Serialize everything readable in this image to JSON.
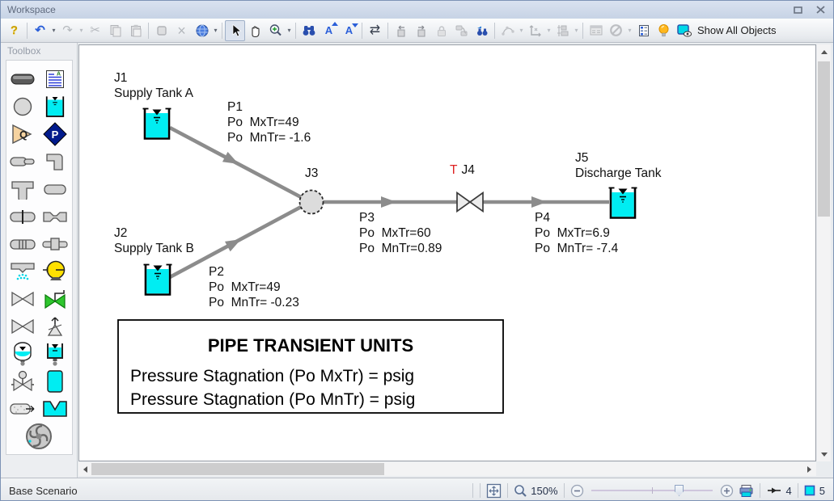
{
  "window": {
    "title": "Workspace"
  },
  "icons": {
    "help": "?",
    "undo": "↶",
    "redo": "↷",
    "cut": "✂",
    "delete": "×",
    "reverse": "⇄",
    "caret": "▾",
    "font": "A",
    "minus": "−",
    "plus": "+"
  },
  "toolbar": {
    "show_all_objects_label": "Show All Objects",
    "buttons": [
      "help",
      "undo",
      "redo",
      "cut",
      "copy",
      "paste",
      "duplicate",
      "delete",
      "globe-grouping",
      "select",
      "pan",
      "zoom",
      "find",
      "increase-font",
      "decrease-font",
      "reverse-pipe-direction",
      "rotate-left",
      "rotate-right",
      "lock-object",
      "join-objects",
      "find-object",
      "polyline",
      "scale-position",
      "align",
      "properties",
      "disable",
      "junction-list",
      "highlight",
      "show-all-objects"
    ]
  },
  "toolbox": {
    "header": "Toolbox",
    "tools": [
      "pipe",
      "annotation",
      "branch",
      "reservoir",
      "assigned-flow",
      "assigned-pressure",
      "dead-end",
      "bend",
      "tee-wye",
      "volume-balance",
      "orifice",
      "venturi",
      "screen",
      "general-component",
      "spray-discharge",
      "pump",
      "valve",
      "control-valve",
      "check-valve",
      "relief-valve",
      "gas-accumulator",
      "surge-tank",
      "actuated-valve",
      "liquid-accumulator",
      "jet-pump",
      "weir",
      "turbine"
    ]
  },
  "diagram": {
    "j1": {
      "id": "J1",
      "name": "Supply Tank A"
    },
    "j2": {
      "id": "J2",
      "name": "Supply Tank B"
    },
    "j3": {
      "id": "J3"
    },
    "j4": {
      "flag": "T",
      "id": "J4"
    },
    "j5": {
      "id": "J5",
      "name": "Discharge Tank"
    },
    "p1": {
      "id": "P1",
      "max": "Po  MxTr=49",
      "min": "Po  MnTr= -1.6"
    },
    "p2": {
      "id": "P2",
      "max": "Po  MxTr=49",
      "min": "Po  MnTr= -0.23"
    },
    "p3": {
      "id": "P3",
      "max": "Po  MxTr=60",
      "min": "Po  MnTr=0.89"
    },
    "p4": {
      "id": "P4",
      "max": "Po  MxTr=6.9",
      "min": "Po  MnTr= -7.4"
    },
    "units_box": {
      "title": "PIPE TRANSIENT UNITS",
      "line1": "Pressure Stagnation (Po MxTr) = psig",
      "line2": "Pressure Stagnation (Po MnTr) = psig"
    },
    "colors": {
      "tank_fill": "#00EDF2",
      "pipe": "#8C8C8C",
      "transient_flag": "#DD2222",
      "junction_fill": "#DCDCDC"
    }
  },
  "statusbar": {
    "scenario": "Base Scenario",
    "zoom_level": "150%",
    "pipe_count": "4",
    "junction_count": "5"
  }
}
